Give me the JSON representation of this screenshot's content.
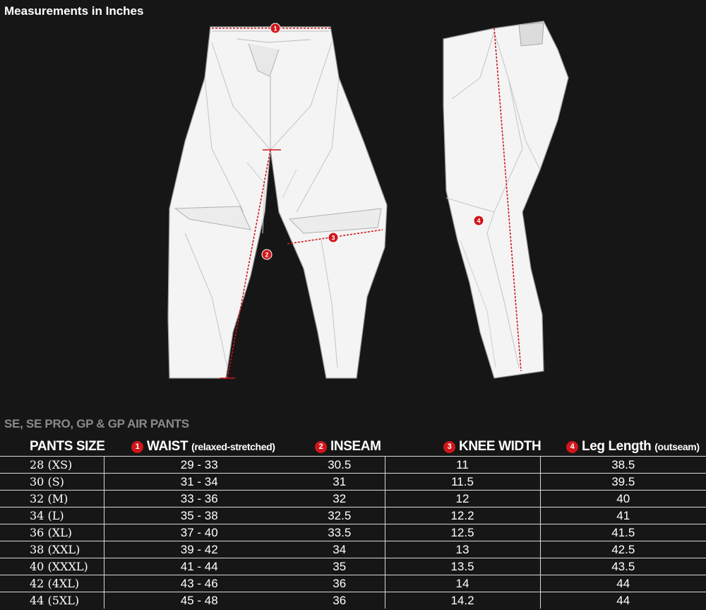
{
  "title": "Measurements in Inches",
  "markers": [
    "1",
    "2",
    "3",
    "4"
  ],
  "section_title": "SE, SE PRO, GP & GP AIR PANTS",
  "columns": {
    "size": "PANTS SIZE",
    "waist": {
      "num": "1",
      "label": "WAIST",
      "sub": "(relaxed-stretched)"
    },
    "inseam": {
      "num": "2",
      "label": "INSEAM"
    },
    "knee": {
      "num": "3",
      "label": "KNEE WIDTH"
    },
    "leg": {
      "num": "4",
      "label": "Leg Length",
      "sub": "(outseam)"
    }
  },
  "rows": [
    {
      "size": "28 (XS)",
      "waist": "29 - 33",
      "inseam": "30.5",
      "knee": "11",
      "leg": "38.5"
    },
    {
      "size": "30 (S)",
      "waist": "31 - 34",
      "inseam": "31",
      "knee": "11.5",
      "leg": "39.5"
    },
    {
      "size": "32 (M)",
      "waist": "33 - 36",
      "inseam": "32",
      "knee": "12",
      "leg": "40"
    },
    {
      "size": "34 (L)",
      "waist": "35 - 38",
      "inseam": "32.5",
      "knee": "12.2",
      "leg": "41"
    },
    {
      "size": "36 (XL)",
      "waist": "37 - 40",
      "inseam": "33.5",
      "knee": "12.5",
      "leg": "41.5"
    },
    {
      "size": "38 (XXL)",
      "waist": "39 - 42",
      "inseam": "34",
      "knee": "13",
      "leg": "42.5"
    },
    {
      "size": "40 (XXXL)",
      "waist": "41 - 44",
      "inseam": "35",
      "knee": "13.5",
      "leg": "43.5"
    },
    {
      "size": "42 (4XL)",
      "waist": "43 - 46",
      "inseam": "36",
      "knee": "14",
      "leg": "44"
    },
    {
      "size": "44 (5XL)",
      "waist": "45 - 48",
      "inseam": "36",
      "knee": "14.2",
      "leg": "44"
    }
  ],
  "colors": {
    "background": "#161616",
    "accent": "#d0161b",
    "pants": "#f4f4f4",
    "seam": "#b8b8b8"
  }
}
